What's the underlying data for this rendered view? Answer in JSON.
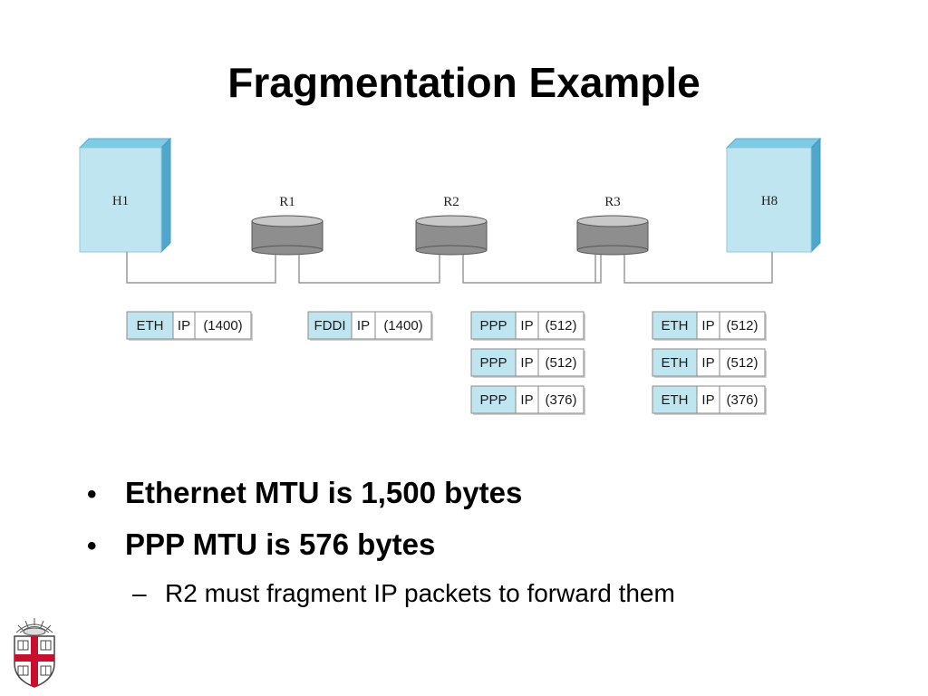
{
  "title": "Fragmentation Example",
  "nodes": {
    "h1": "H1",
    "r1": "R1",
    "r2": "R2",
    "r3": "R3",
    "h8": "H8"
  },
  "frames": {
    "seg1": [
      [
        "ETH",
        "IP",
        "(1400)"
      ]
    ],
    "seg2": [
      [
        "FDDI",
        "IP",
        "(1400)"
      ]
    ],
    "seg3": [
      [
        "PPP",
        "IP",
        "(512)"
      ],
      [
        "PPP",
        "IP",
        "(512)"
      ],
      [
        "PPP",
        "IP",
        "(376)"
      ]
    ],
    "seg4": [
      [
        "ETH",
        "IP",
        "(512)"
      ],
      [
        "ETH",
        "IP",
        "(512)"
      ],
      [
        "ETH",
        "IP",
        "(376)"
      ]
    ]
  },
  "bullets": [
    "Ethernet MTU is 1,500 bytes",
    "PPP MTU is 576 bytes"
  ],
  "sub_bullets": [
    "R2 must fragment IP packets to forward them"
  ],
  "marks": {
    "bullet": "•",
    "dash": "–"
  },
  "colors": {
    "host_fill": "#bfe6f0",
    "host_dark": "#5ab4d6",
    "router_fill": "#9a9a9a",
    "header_fill": "#bfe6f0",
    "logo_red": "#c8102e"
  }
}
